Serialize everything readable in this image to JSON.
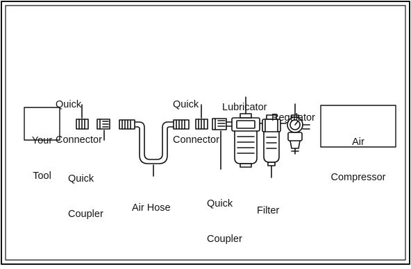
{
  "diagram": {
    "labels": {
      "your_tool": [
        "Your",
        "Tool"
      ],
      "quick_connector_left": [
        "Quick",
        "Connector"
      ],
      "quick_coupler_left": [
        "Quick",
        "Coupler"
      ],
      "air_hose": "Air Hose",
      "quick_connector_right": [
        "Quick",
        "Connector"
      ],
      "lubricator": "Lubricator",
      "regulator": "Regulator",
      "quick_coupler_right": [
        "Quick",
        "Coupler"
      ],
      "filter": "Filter",
      "air_compressor": [
        "Air",
        "Compressor"
      ]
    },
    "colors": {
      "ink": "#111111",
      "paper": "#ffffff"
    }
  }
}
